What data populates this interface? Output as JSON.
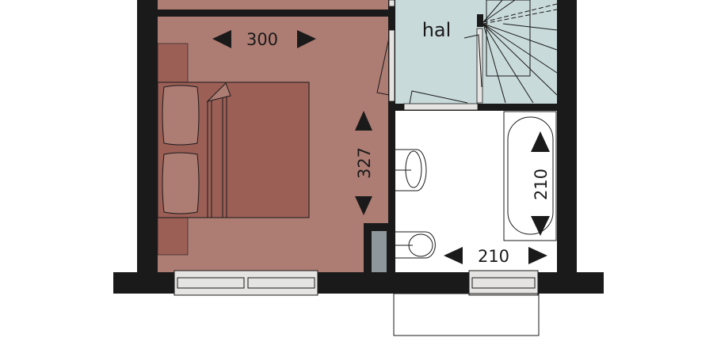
{
  "rooms": {
    "hall": {
      "label": "hal"
    },
    "bedroom": {
      "width_label": "300",
      "depth_label": "327"
    },
    "bathroom": {
      "width_label": "210",
      "bath_length_label": "210"
    }
  },
  "colors": {
    "wall": "#1a1a1a",
    "bedroom": "#ad7c73",
    "bed": "#9b5f56",
    "hall": "#c9dadb",
    "bathroom": "#ffffff",
    "window": "#e6e4e2",
    "shaft": "#8e979b"
  }
}
